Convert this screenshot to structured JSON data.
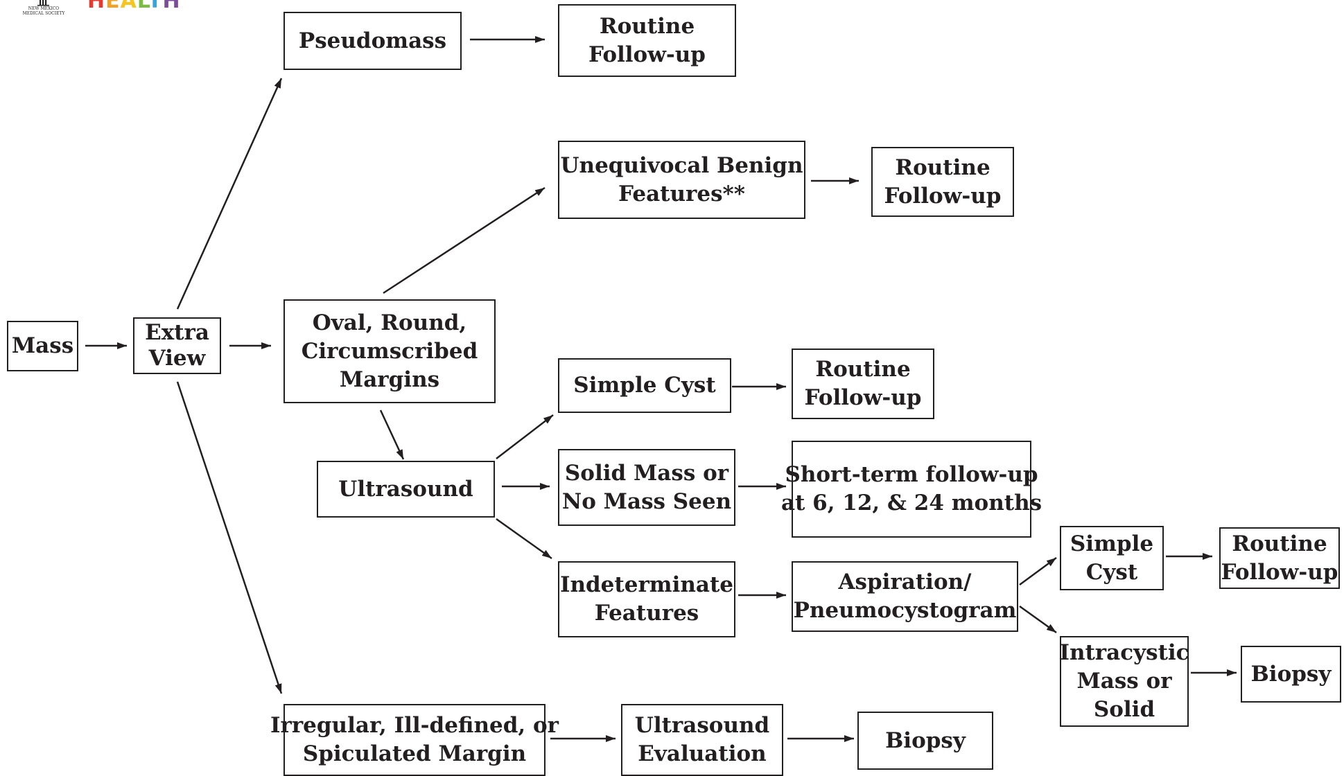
{
  "logos": {
    "society_text_line1": "NEW MEXICO",
    "society_text_line2": "MEDICAL SOCIETY",
    "health_letters": [
      "H",
      "E",
      "A",
      "L",
      "T",
      "H"
    ],
    "health_colors": [
      "#e63a2e",
      "#f4a024",
      "#f7c51e",
      "#7bbd42",
      "#3aa3d8",
      "#7b4b9c"
    ]
  },
  "colors": {
    "ink": "#231f20",
    "background": "#ffffff"
  },
  "nodes": {
    "mass": "Mass",
    "extra_view": [
      "Extra",
      "View"
    ],
    "pseudomass": "Pseudomass",
    "routine_1": [
      "Routine",
      "Follow-up"
    ],
    "unequivocal": [
      "Unequivocal Benign",
      "Features**"
    ],
    "routine_2": [
      "Routine",
      "Follow-up"
    ],
    "oval": [
      "Oval, Round,",
      "Circumscribed",
      "Margins"
    ],
    "simple_cyst": "Simple Cyst",
    "routine_3": [
      "Routine",
      "Follow-up"
    ],
    "ultrasound": "Ultrasound",
    "solid_mass": [
      "Solid Mass or",
      "No Mass Seen"
    ],
    "short_term": [
      "Short-term follow-up",
      "at 6, 12, & 24 months"
    ],
    "indeterminate": [
      "Indeterminate",
      "Features"
    ],
    "aspiration": [
      "Aspiration/",
      "Pneumocystogram"
    ],
    "simple_cyst_2": [
      "Simple",
      "Cyst"
    ],
    "routine_4": [
      "Routine",
      "Follow-up"
    ],
    "intracystic": [
      "Intracystic",
      "Mass or",
      "Solid"
    ],
    "biopsy_1": "Biopsy",
    "irregular": [
      "Irregular, Ill-defined, or",
      "Spiculated Margin"
    ],
    "us_eval": [
      "Ultrasound",
      "Evaluation"
    ],
    "biopsy_2": "Biopsy"
  }
}
